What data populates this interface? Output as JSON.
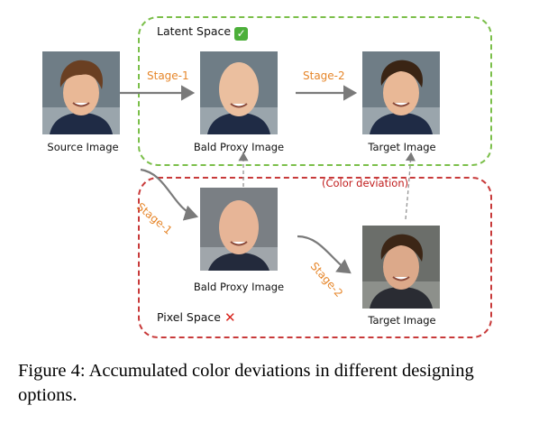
{
  "regions": {
    "latent": {
      "label": "Latent Space",
      "mark": "✓",
      "color": "#7bbf4a"
    },
    "pixel": {
      "label": "Pixel Space",
      "mark": "✕",
      "color": "#c83a3a"
    }
  },
  "stages": {
    "latent_1": "Stage-1",
    "latent_2": "Stage-2",
    "pixel_1": "Stage-1",
    "pixel_2": "Stage-2"
  },
  "captions": {
    "source": "Source Image",
    "latent_bald": "Bald Proxy Image",
    "latent_target": "Target Image",
    "pixel_bald": "Bald Proxy Image",
    "pixel_target": "Target Image"
  },
  "annotation": "(Color deviation)",
  "figure_caption": "Figure 4: Accumulated color deviations in different designing options.",
  "icons": {
    "latent_mark": "check-box-icon",
    "pixel_mark": "cross-icon"
  }
}
